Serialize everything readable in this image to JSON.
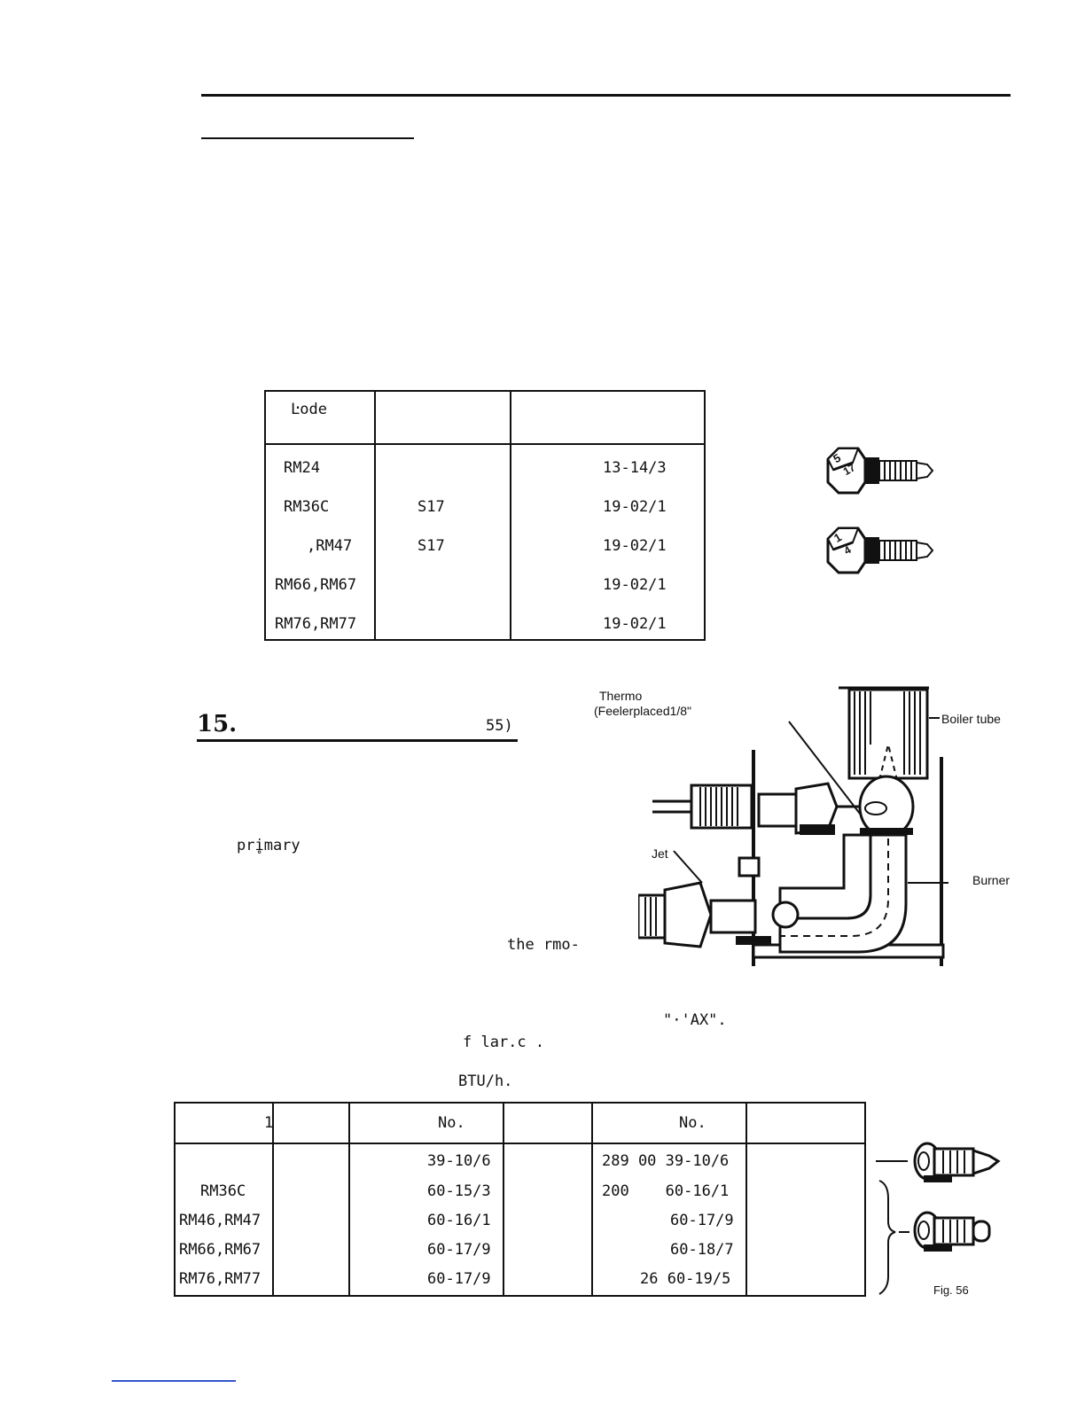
{
  "heading_bottom": {
    "number": "15.",
    "tail": "55)"
  },
  "body_text": {
    "primary": "pri̥mary",
    "thermo": "the rmo-",
    "max": "\"·'AX\".",
    "flame": "f lar.c .",
    "btu": "BTU/h."
  },
  "table1": {
    "header": [
      "Ŀode",
      "",
      ""
    ],
    "rows": [
      [
        "RM24",
        "",
        "13-14/3"
      ],
      [
        "RM36C",
        "S17",
        "19-02/1"
      ],
      [
        ",RM47",
        "S17",
        "19-02/1"
      ],
      [
        "RM66,RM67",
        "",
        "19-02/1"
      ],
      [
        "RM76,RM77",
        "",
        "19-02/1"
      ]
    ]
  },
  "table2": {
    "header": [
      "1",
      "No.",
      "No."
    ],
    "rows": [
      [
        "",
        "39-10/6",
        "289 00 39-10/6"
      ],
      [
        "RM36C",
        "60-15/3",
        "200    60-16/1"
      ],
      [
        "RM46,RM47",
        "60-16/1",
        "60-17/9"
      ],
      [
        "RM66,RM67",
        "60-17/9",
        "60-18/7"
      ],
      [
        "RM76,RM77",
        "60-17/9",
        "26 60-19/5"
      ]
    ]
  },
  "jets_top": {
    "jet1_marks": [
      "5",
      "17"
    ],
    "jet2_marks": [
      "1",
      "4"
    ]
  },
  "diagram": {
    "label_thermo": "Thermo",
    "label_feeler": "(Feelerplaced1/8\"",
    "label_boiler": "Boiler tube",
    "label_jet": "Jet",
    "label_burner": "Burner"
  },
  "figure_caption": "Fig. 56"
}
